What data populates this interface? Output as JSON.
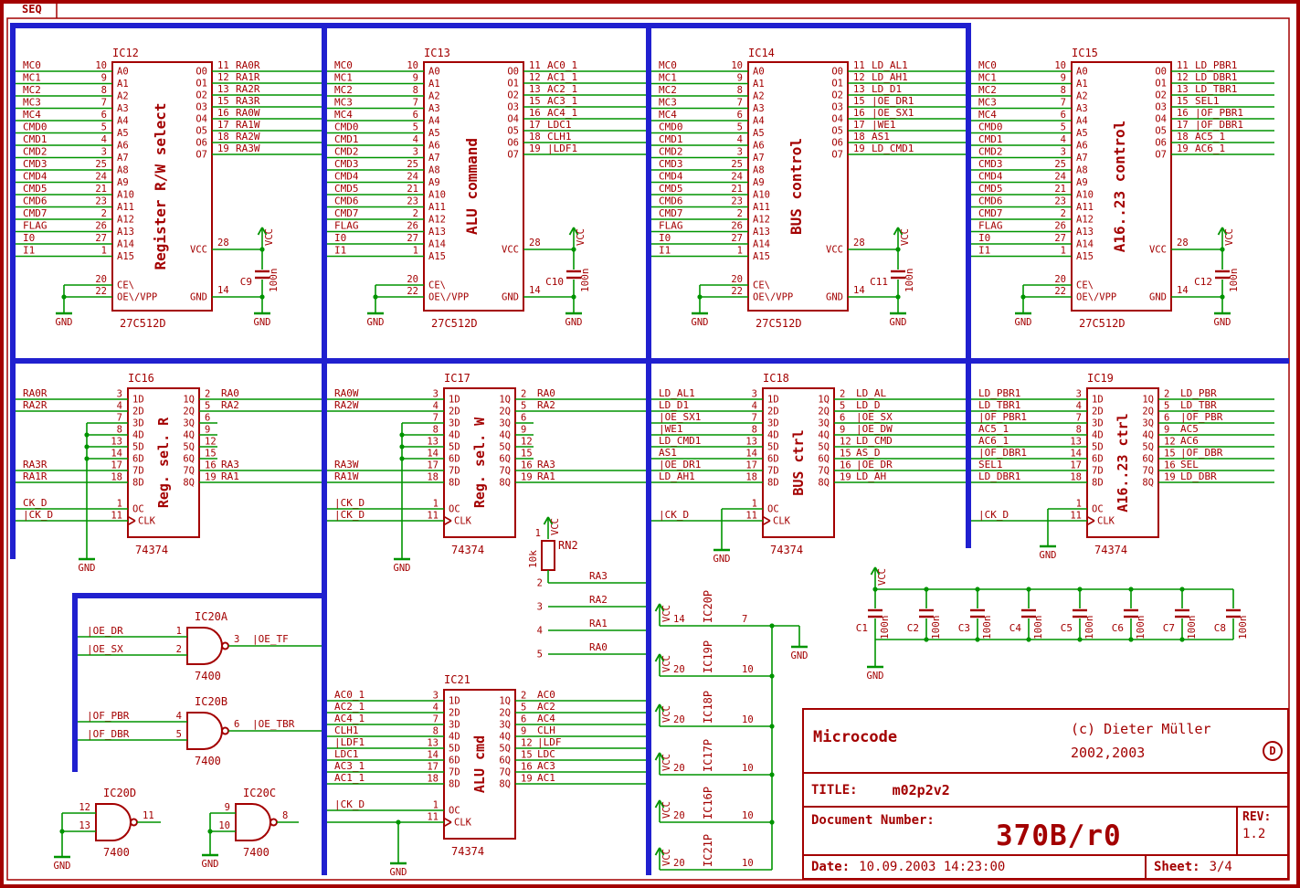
{
  "colors": {
    "component": "#a30000",
    "wire": "#009400",
    "bus": "#2020cf",
    "background": "#ffffff"
  },
  "frame": {
    "sheet_tab": "SEQ"
  },
  "power_labels": {
    "vcc": "VCC",
    "gnd": "GND"
  },
  "eprom_common": {
    "device": "27C512D",
    "inputs": [
      [
        "MC0",
        "10",
        "A0"
      ],
      [
        "MC1",
        "9",
        "A1"
      ],
      [
        "MC2",
        "8",
        "A2"
      ],
      [
        "MC3",
        "7",
        "A3"
      ],
      [
        "MC4",
        "6",
        "A4"
      ],
      [
        "CMD0",
        "5",
        "A5"
      ],
      [
        "CMD1",
        "4",
        "A6"
      ],
      [
        "CMD2",
        "3",
        "A7"
      ],
      [
        "CMD3",
        "25",
        "A8"
      ],
      [
        "CMD4",
        "24",
        "A9"
      ],
      [
        "CMD5",
        "21",
        "A10"
      ],
      [
        "CMD6",
        "23",
        "A11"
      ],
      [
        "CMD7",
        "2",
        "A12"
      ],
      [
        "FLAG",
        "26",
        "A13"
      ],
      [
        "I0",
        "27",
        "A14"
      ],
      [
        "I1",
        "1",
        "A15"
      ]
    ],
    "output_names": [
      "O0",
      "O1",
      "O2",
      "O3",
      "O4",
      "O5",
      "O6",
      "O7"
    ],
    "output_nums": [
      "11",
      "12",
      "13",
      "15",
      "16",
      "17",
      "18",
      "19"
    ],
    "ce": [
      "CE\\",
      "20"
    ],
    "oe": [
      "OE\\/VPP",
      "22"
    ],
    "vcc": [
      "VCC",
      "28"
    ],
    "gnd": [
      "GND",
      "14"
    ]
  },
  "eproms": [
    {
      "ref": "IC12",
      "function": "Register R/W select",
      "cap_ref": "C9",
      "cap_value": "100n",
      "outputs": [
        "RA0R",
        "RA1R",
        "RA2R",
        "RA3R",
        "RA0W",
        "RA1W",
        "RA2W",
        "RA3W"
      ]
    },
    {
      "ref": "IC13",
      "function": "ALU command",
      "cap_ref": "C10",
      "cap_value": "100n",
      "outputs": [
        "AC0_1",
        "AC1_1",
        "AC2_1",
        "AC3_1",
        "AC4_1",
        "LDC1",
        "CLH1",
        "|LDF1"
      ]
    },
    {
      "ref": "IC14",
      "function": "BUS control",
      "cap_ref": "C11",
      "cap_value": "100n",
      "outputs": [
        "LD_AL1",
        "LD_AH1",
        "LD_D1",
        "|OE_DR1",
        "|OE_SX1",
        "|WE1",
        "AS1",
        "LD_CMD1"
      ]
    },
    {
      "ref": "IC15",
      "function": "A16..23 control",
      "cap_ref": "C12",
      "cap_value": "100n",
      "outputs": [
        "LD_PBR1",
        "LD_DBR1",
        "LD_TBR1",
        "SEL1",
        "|OF_PBR1",
        "|OF_DBR1",
        "AC5_1",
        "AC6_1"
      ]
    }
  ],
  "latch_common": {
    "device": "74374",
    "left_names": [
      "1D",
      "2D",
      "3D",
      "4D",
      "5D",
      "6D",
      "7D",
      "8D"
    ],
    "left_nums": [
      "3",
      "4",
      "7",
      "8",
      "13",
      "14",
      "17",
      "18"
    ],
    "right_names": [
      "1Q",
      "2Q",
      "3Q",
      "4Q",
      "5Q",
      "6Q",
      "7Q",
      "8Q"
    ],
    "right_nums": [
      "2",
      "5",
      "6",
      "9",
      "12",
      "15",
      "16",
      "19"
    ],
    "oc": [
      "OC",
      "1"
    ],
    "clk": [
      "CLK",
      "11"
    ]
  },
  "latches": [
    {
      "ref": "IC16",
      "function": "Reg. sel. R",
      "inputs": [
        "RA0R",
        "RA2R",
        "",
        "",
        "",
        "",
        "RA3R",
        "RA1R"
      ],
      "outputs": [
        "RA0",
        "RA2",
        "",
        "",
        "",
        "",
        "RA3",
        "RA1"
      ],
      "tied": [
        2,
        3,
        4,
        5
      ],
      "oc_signal": "CK_D",
      "clk_signal": "|CK_D"
    },
    {
      "ref": "IC17",
      "function": "Reg. sel. W",
      "inputs": [
        "RA0W",
        "RA2W",
        "",
        "",
        "",
        "",
        "RA3W",
        "RA1W"
      ],
      "outputs": [
        "RA0",
        "RA2",
        "",
        "",
        "",
        "",
        "RA3",
        "RA1"
      ],
      "tied": [
        2,
        3,
        4,
        5
      ],
      "oc_signal": "|CK_D",
      "clk_signal": "|CK_D"
    },
    {
      "ref": "IC18",
      "function": "BUS ctrl",
      "inputs": [
        "LD_AL1",
        "LD_D1",
        "|OE_SX1",
        "|WE1",
        "LD_CMD1",
        "AS1",
        "|OE_DR1",
        "LD_AH1"
      ],
      "outputs": [
        "LD_AL",
        "LD_D",
        "|OE_SX",
        "|OE_DW",
        "LD_CMD",
        "AS_D",
        "|OE_DR",
        "LD_AH"
      ],
      "tied": [],
      "oc_signal": "",
      "clk_signal": "|CK_D"
    },
    {
      "ref": "IC19",
      "function": "A16..23 ctrl",
      "inputs": [
        "LD_PBR1",
        "LD_TBR1",
        "|OF_PBR1",
        "AC5_1",
        "AC6_1",
        "|OF_DBR1",
        "SEL1",
        "LD_DBR1"
      ],
      "outputs": [
        "LD_PBR",
        "LD_TBR",
        "|OF_PBR",
        "AC5",
        "AC6",
        "|OF_DBR",
        "SEL",
        "LD_DBR"
      ],
      "tied": [],
      "oc_signal": "",
      "clk_signal": "|CK_D"
    },
    {
      "ref": "IC21",
      "function": "ALU cmd",
      "inputs": [
        "AC0_1",
        "AC2_1",
        "AC4_1",
        "CLH1",
        "|LDF1",
        "LDC1",
        "AC3_1",
        "AC1_1"
      ],
      "outputs": [
        "AC0",
        "AC2",
        "AC4",
        "CLH",
        "|LDF",
        "LDC",
        "AC3",
        "AC1"
      ],
      "tied": [],
      "oc_signal": "|CK_D",
      "clk_signal": ""
    }
  ],
  "gates": [
    {
      "ref": "IC20A",
      "device": "7400",
      "inputs": [
        [
          "|OE_DR",
          "1"
        ],
        [
          "|OE_SX",
          "2"
        ]
      ],
      "output": [
        "|OE_TF",
        "3"
      ]
    },
    {
      "ref": "IC20B",
      "device": "7400",
      "inputs": [
        [
          "|OF_PBR",
          "4"
        ],
        [
          "|OF_DBR",
          "5"
        ]
      ],
      "output": [
        "|OE_TBR",
        "6"
      ]
    },
    {
      "ref": "IC20D",
      "device": "7400",
      "inputs": [
        [
          "",
          "12"
        ],
        [
          "",
          "13"
        ]
      ],
      "output": [
        "",
        "11"
      ]
    },
    {
      "ref": "IC20C",
      "device": "7400",
      "inputs": [
        [
          "",
          "9"
        ],
        [
          "",
          "10"
        ]
      ],
      "output": [
        "",
        "8"
      ]
    }
  ],
  "rn2": {
    "ref": "RN2",
    "value": "10k",
    "top_pin": "1",
    "taps": [
      [
        "2",
        "RA3"
      ],
      [
        "3",
        "RA2"
      ],
      [
        "4",
        "RA1"
      ],
      [
        "5",
        "RA0"
      ]
    ]
  },
  "power_rows": [
    {
      "ref": "IC20P",
      "vcc_pin": "14",
      "gnd_pin": "7"
    },
    {
      "ref": "IC19P",
      "vcc_pin": "20",
      "gnd_pin": "10"
    },
    {
      "ref": "IC18P",
      "vcc_pin": "20",
      "gnd_pin": "10"
    },
    {
      "ref": "IC17P",
      "vcc_pin": "20",
      "gnd_pin": "10"
    },
    {
      "ref": "IC16P",
      "vcc_pin": "20",
      "gnd_pin": "10"
    },
    {
      "ref": "IC21P",
      "vcc_pin": "20",
      "gnd_pin": "10"
    }
  ],
  "cap_bank": {
    "caps": [
      {
        "ref": "C1",
        "value": "100n"
      },
      {
        "ref": "C2",
        "value": "100n"
      },
      {
        "ref": "C3",
        "value": "100n"
      },
      {
        "ref": "C4",
        "value": "100n"
      },
      {
        "ref": "C5",
        "value": "100n"
      },
      {
        "ref": "C6",
        "value": "100n"
      },
      {
        "ref": "C7",
        "value": "100n"
      },
      {
        "ref": "C8",
        "value": "100n"
      }
    ]
  },
  "title_block": {
    "project": "Microcode",
    "copyright_line1": "(c) Dieter Müller",
    "copyright_line2": "2002,2003",
    "logo": "D",
    "title_label": "TITLE:",
    "title": "m02p2v2",
    "doc_label": "Document Number:",
    "doc_number": "370B/r0",
    "rev_label": "REV:",
    "rev": "1.2",
    "date_label": "Date:",
    "date": "10.09.2003 14:23:00",
    "sheet_label": "Sheet:",
    "sheet": "3/4"
  }
}
